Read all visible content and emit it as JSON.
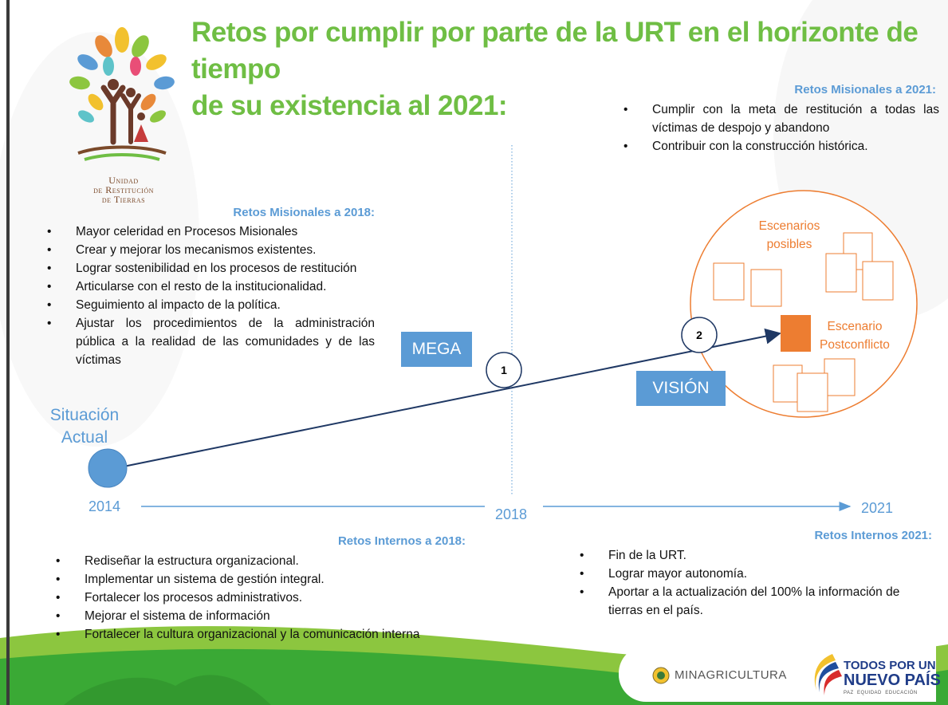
{
  "title": {
    "line1": "Retos por cumplir por parte de la URT en el horizonte de tiempo",
    "line2": "de su existencia al 2021:"
  },
  "logo": {
    "line1": "Unidad",
    "line2": "de Restitución",
    "line3": "de Tierras"
  },
  "misionales_2021": {
    "heading": "Retos Misionales a 2021:",
    "items": [
      "Cumplir con la meta de restitución a todas las víctimas de despojo y abandono",
      "Contribuir con la construcción histórica."
    ]
  },
  "misionales_2018": {
    "heading": "Retos Misionales a 2018:",
    "items": [
      "Mayor celeridad en Procesos Misionales",
      "Crear y mejorar los mecanismos existentes.",
      "Lograr sostenibilidad en los procesos de restitución",
      "Articularse con el resto de la institucionalidad.",
      "Seguimiento al impacto de la política.",
      "Ajustar los procedimientos de la administración pública a la realidad de las comunidades y de las víctimas"
    ]
  },
  "diagram": {
    "mega_label": "MEGA",
    "vision_label": "VISIÓN",
    "situacion_line1": "Situación",
    "situacion_line2": "Actual",
    "marker_1": "1",
    "marker_2": "2",
    "escenarios_line1": "Escenarios",
    "escenarios_line2": "posibles",
    "escenario_pc_line1": "Escenario",
    "escenario_pc_line2": "Postconflicto",
    "colors": {
      "blue": "#5b9bd5",
      "orange": "#ed7d31",
      "green": "#6fbe44",
      "navy": "#1f3864"
    }
  },
  "timeline": {
    "year_start": "2014",
    "year_mid": "2018",
    "year_end": "2021"
  },
  "internos_2018": {
    "heading": "Retos Internos a 2018:",
    "items": [
      "Rediseñar la estructura organizacional.",
      "Implementar un sistema de gestión integral.",
      "Fortalecer los procesos administrativos.",
      "Mejorar el sistema de información",
      "Fortalecer la cultura organizacional y la comunicación interna"
    ]
  },
  "internos_2021": {
    "heading": "Retos Internos 2021:",
    "items": [
      "Fin de la URT.",
      "Lograr mayor autonomía.",
      "Aportar a la actualización del 100% la información de tierras en el país."
    ]
  },
  "footer": {
    "ministry": "MINAGRICULTURA",
    "slogan_line1": "TODOS POR UN",
    "slogan_line2": "NUEVO PAÍS",
    "slogan_tagline": "PAZ  EQUIDAD  EDUCACIÓN"
  }
}
